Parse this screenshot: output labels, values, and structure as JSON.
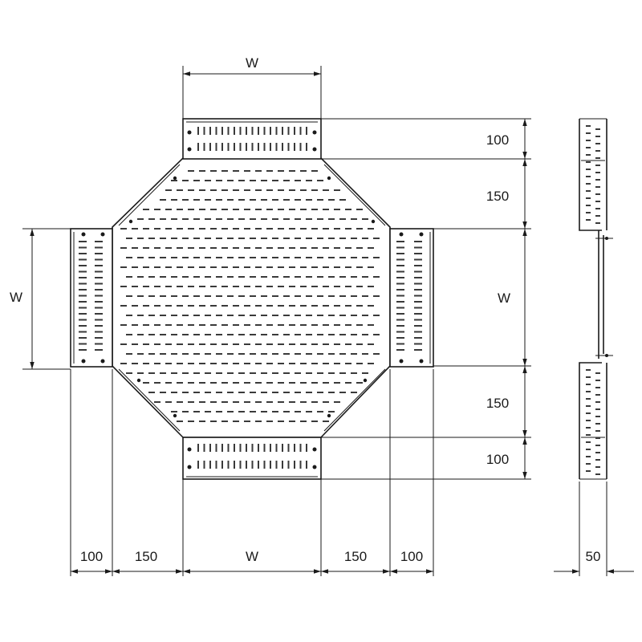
{
  "drawing": {
    "labels": {
      "top_width": "W",
      "left_width": "W",
      "right_width": "W",
      "bottom_width": "W",
      "right_top_100": "100",
      "right_top_150": "150",
      "right_bottom_150": "150",
      "right_bottom_100": "100",
      "bottom_left_100": "100",
      "bottom_left_150": "150",
      "bottom_right_150": "150",
      "bottom_right_100": "100",
      "side_view_depth": "50"
    }
  }
}
